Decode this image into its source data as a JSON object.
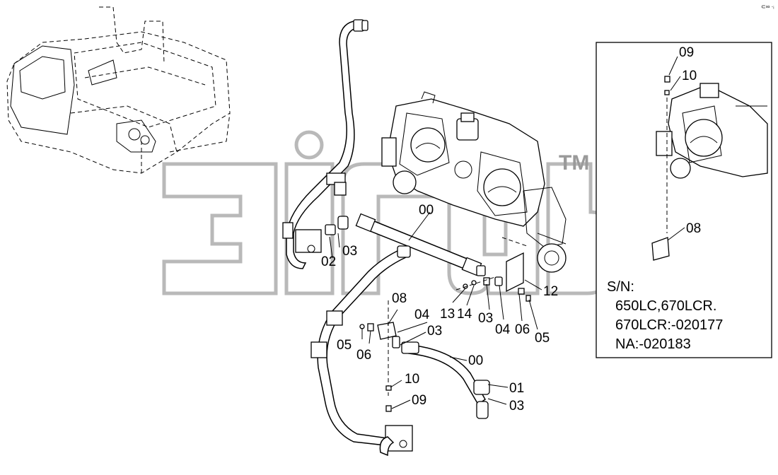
{
  "corner_mark": "⊂∞ ·ᵢ",
  "watermark": {
    "trademark": "TM"
  },
  "callouts": [
    {
      "id": "c00a",
      "text": "00"
    },
    {
      "id": "c03a",
      "text": "03"
    },
    {
      "id": "c02",
      "text": "02"
    },
    {
      "id": "c12",
      "text": "12"
    },
    {
      "id": "c13",
      "text": "13"
    },
    {
      "id": "c14",
      "text": "14"
    },
    {
      "id": "c03b",
      "text": "03"
    },
    {
      "id": "c04a",
      "text": "04"
    },
    {
      "id": "c06a",
      "text": "06"
    },
    {
      "id": "c05a",
      "text": "05"
    },
    {
      "id": "c08a",
      "text": "08"
    },
    {
      "id": "c04b",
      "text": "04"
    },
    {
      "id": "c03c",
      "text": "03"
    },
    {
      "id": "c05b",
      "text": "05"
    },
    {
      "id": "c06b",
      "text": "06"
    },
    {
      "id": "c00b",
      "text": "00"
    },
    {
      "id": "c10a",
      "text": "10"
    },
    {
      "id": "c01",
      "text": "01"
    },
    {
      "id": "c09a",
      "text": "09"
    },
    {
      "id": "c03d",
      "text": "03"
    }
  ],
  "inset": {
    "callouts": [
      {
        "id": "i09",
        "text": "09"
      },
      {
        "id": "i10",
        "text": "10"
      },
      {
        "id": "i08",
        "text": "08"
      }
    ],
    "sn_lines": [
      "S/N:",
      "650LC,670LCR.",
      "670LCR:-020177",
      "NA:-020183"
    ]
  }
}
